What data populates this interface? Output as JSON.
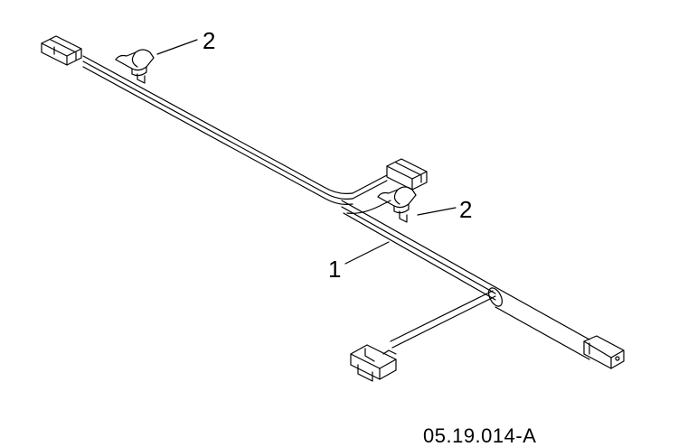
{
  "callouts": {
    "clip_upper": "2",
    "clip_lower": "2",
    "harness": "1"
  },
  "figure_id": "05.19.014-A",
  "colors": {
    "line": "#000000",
    "background": "#ffffff"
  }
}
